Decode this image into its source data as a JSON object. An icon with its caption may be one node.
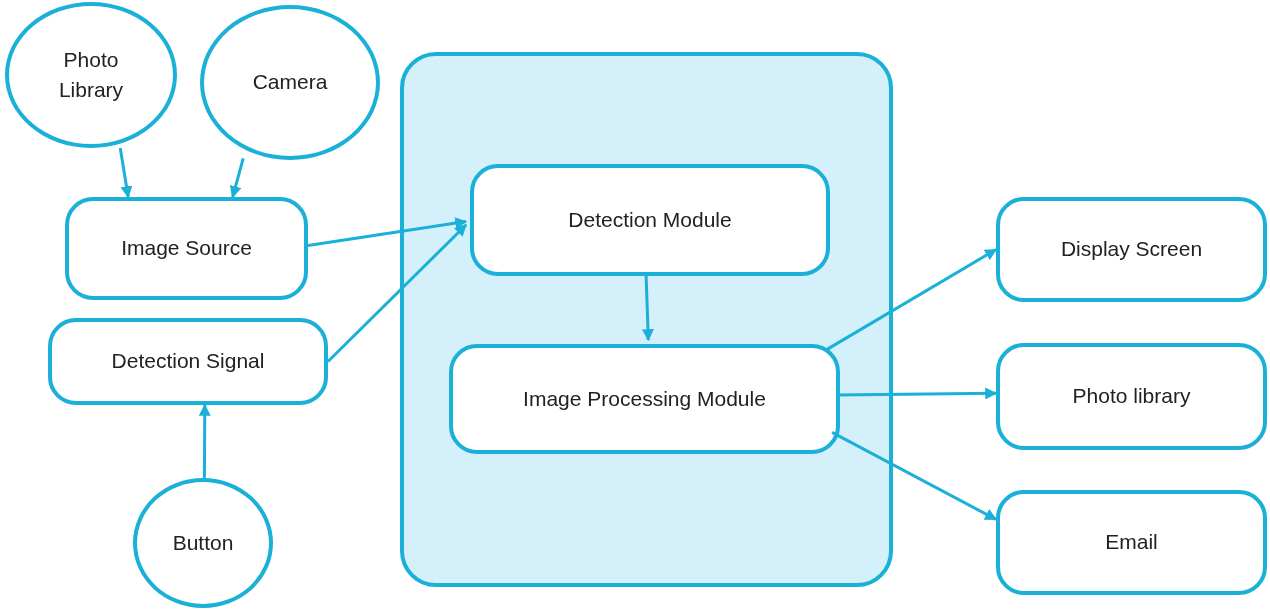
{
  "diagram": {
    "nodes": [
      {
        "text": [
          "Photo Library"
        ]
      },
      {
        "text": [
          "Camera"
        ]
      },
      {
        "text": [
          "Image Source"
        ]
      },
      {
        "text": [
          "Detection Signal"
        ]
      },
      {
        "text": [
          "Button"
        ]
      },
      {
        "text": [],
        "shape": "box"
      },
      {
        "text": [
          "Detection Module"
        ],
        "in": 5
      },
      {
        "text": [
          "Image Processing Module"
        ],
        "in": 5
      },
      {
        "text": [
          "Display Screen"
        ]
      },
      {
        "text": [
          "Photo library"
        ]
      },
      {
        "text": [
          "Email"
        ]
      }
    ],
    "edges": [
      {
        "from": 0,
        "to": 2,
        "arrow": "to"
      },
      {
        "from": 1,
        "to": 2,
        "arrow": "to"
      },
      {
        "from": 2,
        "to": 6,
        "arrow": "to"
      },
      {
        "from": 3,
        "to": 6,
        "arrow": "to"
      },
      {
        "from": 4,
        "to": 3,
        "arrow": "to"
      },
      {
        "from": 6,
        "to": 7,
        "arrow": "to"
      },
      {
        "from": 7,
        "to": 8,
        "arrow": "to"
      },
      {
        "from": 7,
        "to": 9,
        "arrow": "to"
      },
      {
        "from": 7,
        "to": 10,
        "arrow": "to"
      }
    ]
  }
}
